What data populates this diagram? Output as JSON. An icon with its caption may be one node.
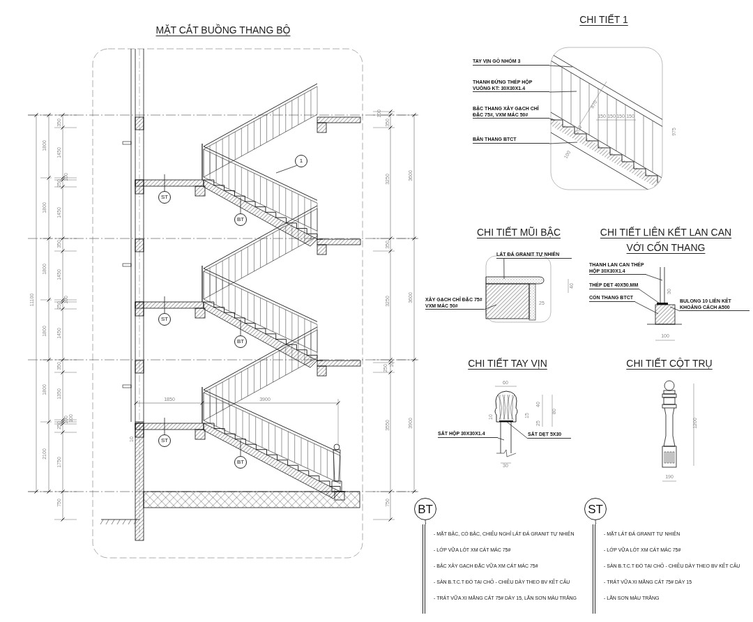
{
  "diagram": {
    "nodes": [
      {
        "text": [
          "1"
        ]
      },
      {
        "text": [
          "ST"
        ]
      },
      {
        "text": [
          "BT"
        ]
      },
      {
        "text": [
          "ST"
        ]
      },
      {
        "text": [
          "BT"
        ]
      },
      {
        "text": [
          "ST"
        ]
      },
      {
        "text": [
          "BT"
        ]
      },
      {
        "text": [
          "TAY VỊN GỖ NHÓM 3"
        ]
      },
      {
        "text": [
          "THANH ĐỨNG THÉP HỘP VUÔNG KT: 30X30X1.4"
        ]
      },
      {
        "text": [
          "BẬC THANG XÂY GẠCH CHỈ ĐẶC 75#, VXM MÁC 50#"
        ]
      },
      {
        "text": [
          "BẢN THANG BTCT"
        ]
      },
      {
        "text": [
          "LÁT ĐÁ GRANIT TỰ NHIÊN"
        ]
      },
      {
        "text": [
          "XÂY GẠCH CHỈ ĐẶC 75# VXM MÁC 50#"
        ]
      },
      {
        "text": [
          "THANH LAN CAN THÉP HỘP 30X30X1.4"
        ]
      },
      {
        "text": [
          "THÉP DẸT 40X50.MM"
        ]
      },
      {
        "text": [
          "CỐN THANG BTCT"
        ]
      },
      {
        "text": [
          "BULONG 10 LIÊN KẾT KHOẢNG CÁCH A500"
        ]
      },
      {
        "text": [
          "SẮT HỘP 30X30X1.4"
        ]
      },
      {
        "text": [
          "SẮT DẸT 5X30"
        ]
      },
      {
        "text": [
          "BT"
        ]
      },
      {
        "text": [
          "- MẶT BẬC, CỔ BẬC, CHIẾU NGHỈ LÁT ĐÁ GRANIT TỰ NHIÊN",
          "- LỚP VỮA LÓT XM CÁT MÁC 75#",
          "- BẬC XÂY GẠCH ĐẶC VỮA XM CÁT MÁC 75#",
          "- SÀN B.T.C.T ĐỔ TẠI CHỖ - CHIỀU DÀY THEO BV KẾT CẤU",
          "- TRÁT VỮA XI MĂNG CÁT 75# DÀY 15, LĂN SƠN MÀU TRẮNG"
        ]
      },
      {
        "text": [
          "ST"
        ]
      },
      {
        "text": [
          "- MẶT LÁT ĐÁ GRANIT TỰ NHIÊN",
          "- LỚP VỮA LÓT XM CÁT MÁC 75#",
          "- SÀN B.T.C.T ĐỔ TẠI CHỖ - CHIỀU DÀY THEO BV KẾT CẤU",
          "- TRÁT VỮA XI MĂNG CÁT 75# DÀY 15",
          "- LĂN SƠN MÀU TRẮNG"
        ]
      }
    ],
    "edges": [
      {
        "from": 0,
        "to": null,
        "arrow": "none"
      },
      {
        "from": 1,
        "to": null,
        "arrow": "none"
      },
      {
        "from": 2,
        "to": null,
        "arrow": "none"
      },
      {
        "from": 3,
        "to": null,
        "arrow": "none"
      },
      {
        "from": 4,
        "to": null,
        "arrow": "none"
      },
      {
        "from": 5,
        "to": null,
        "arrow": "none"
      },
      {
        "from": 6,
        "to": null,
        "arrow": "none"
      },
      {
        "from": 7,
        "to": null,
        "arrow": "none"
      },
      {
        "from": 8,
        "to": null,
        "arrow": "none"
      },
      {
        "from": 9,
        "to": null,
        "arrow": "none"
      },
      {
        "from": 10,
        "to": null,
        "arrow": "none"
      },
      {
        "from": 11,
        "to": null,
        "arrow": "none"
      },
      {
        "from": 12,
        "to": null,
        "arrow": "none"
      },
      {
        "from": 13,
        "to": null,
        "arrow": "none"
      },
      {
        "from": 14,
        "to": null,
        "arrow": "none"
      },
      {
        "from": 15,
        "to": null,
        "arrow": "none"
      },
      {
        "from": 16,
        "to": null,
        "arrow": "none"
      },
      {
        "from": 17,
        "to": null,
        "arrow": "none"
      },
      {
        "from": 18,
        "to": null,
        "arrow": "none"
      },
      {
        "from": 19,
        "to": 20,
        "arrow": "none"
      },
      {
        "from": 21,
        "to": 22,
        "arrow": "none"
      }
    ],
    "labels": [
      "MẶT CẮT BUỒNG THANG BỘ",
      "11100",
      "1800",
      "1800",
      "1800",
      "1800",
      "1800",
      "2100",
      "350",
      "1450",
      "100",
      "250",
      "1450",
      "350",
      "1450",
      "100",
      "250",
      "1450",
      "350",
      "1350",
      "100",
      "100",
      "250",
      "1750",
      "750",
      "10",
      "1850",
      "3900",
      "100",
      "350",
      "3250",
      "3600",
      "350",
      "3250",
      "3600",
      "100",
      "250",
      "3550",
      "3900",
      "750",
      "CHI TIẾT 1",
      "870",
      "150",
      "150",
      "150",
      "150",
      "200",
      "100",
      "975",
      "CHI TIẾT MŨI BẬC",
      "40",
      "25",
      "CHI TIẾT LIÊN KẾT LAN CAN VỚI CỐN THANG",
      "30",
      "100",
      "CHI TIẾT TAY VỊN",
      "60",
      "40",
      "15",
      "25",
      "80",
      "10",
      "30",
      "CHI TIẾT CỘT TRỤ",
      "1200",
      "190"
    ]
  }
}
